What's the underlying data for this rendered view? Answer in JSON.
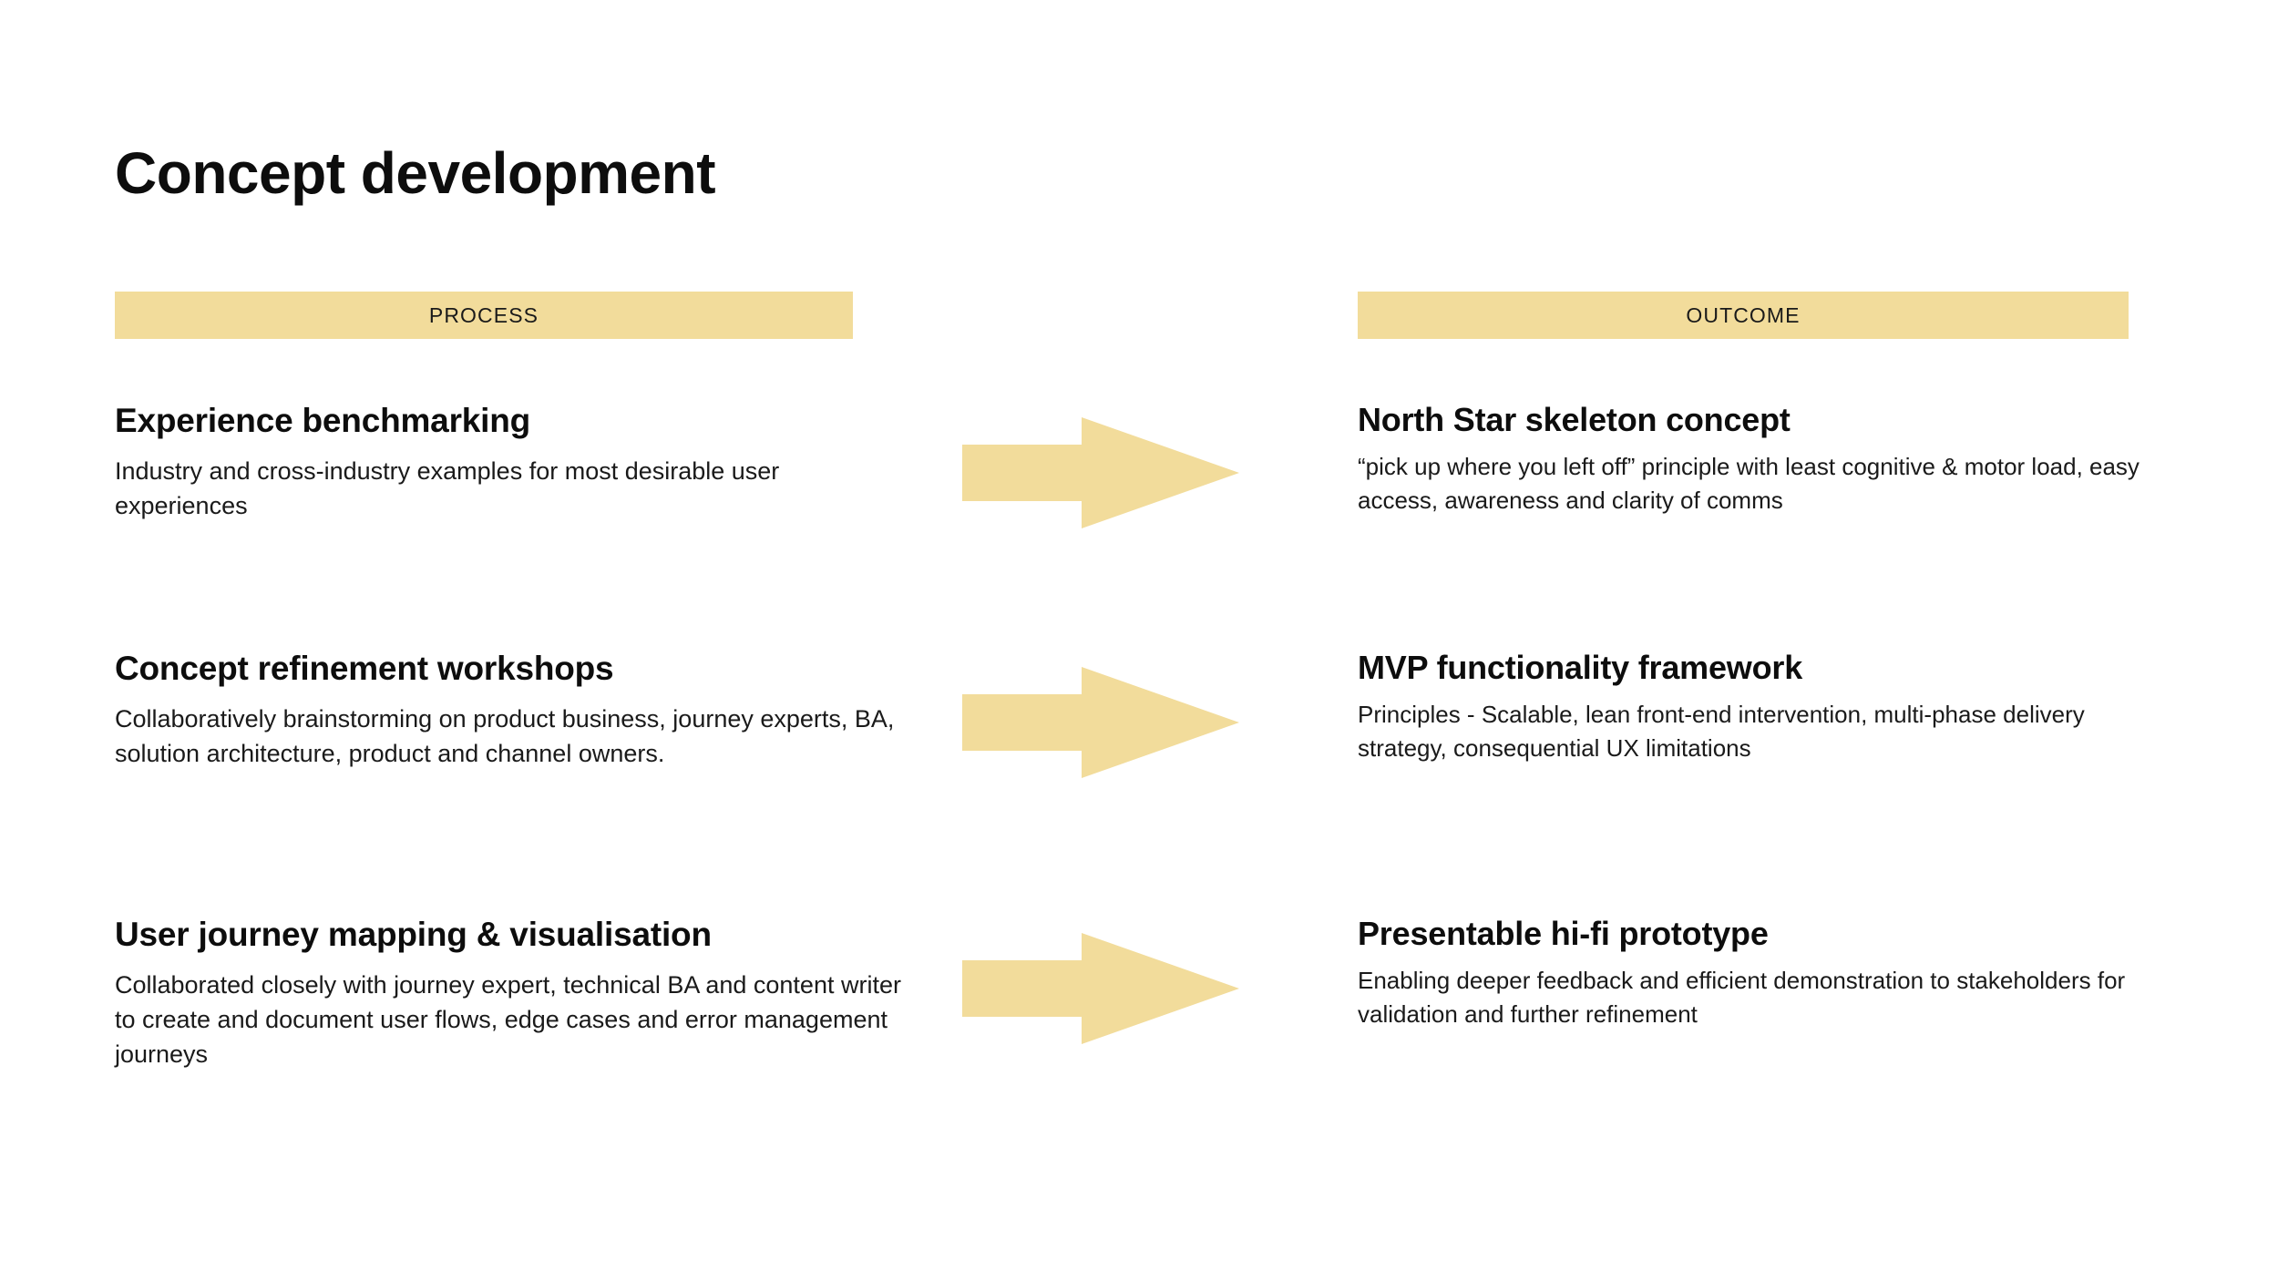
{
  "slide": {
    "title": "Concept development",
    "background_color": "#ffffff",
    "accent_color": "#f2dc9b",
    "text_color": "#0d0d0d"
  },
  "columns": {
    "process_header": "PROCESS",
    "outcome_header": "OUTCOME"
  },
  "rows": [
    {
      "process": {
        "title": "Experience benchmarking",
        "description": "Industry and cross-industry examples for most desirable user experiences"
      },
      "connector": "right-arrow",
      "outcome": {
        "title": "North Star skeleton concept",
        "description": "“pick up where you left off” principle with least cognitive & motor load, easy access, awareness and clarity of comms"
      }
    },
    {
      "process": {
        "title": "Concept refinement workshops",
        "description": "Collaboratively brainstorming on product business, journey experts, BA, solution architecture, product and channel owners."
      },
      "connector": "right-arrow",
      "outcome": {
        "title": "MVP functionality framework",
        "description": "Principles - Scalable, lean front-end intervention, multi-phase delivery strategy, consequential UX limitations"
      }
    },
    {
      "process": {
        "title": "User journey mapping & visualisation",
        "description": "Collaborated closely with journey expert, technical BA and content writer to create and document user flows, edge cases and error management journeys"
      },
      "connector": "right-arrow",
      "outcome": {
        "title": "Presentable hi-fi prototype",
        "description": "Enabling deeper feedback and efficient demonstration to stakeholders for validation and further refinement"
      }
    }
  ]
}
